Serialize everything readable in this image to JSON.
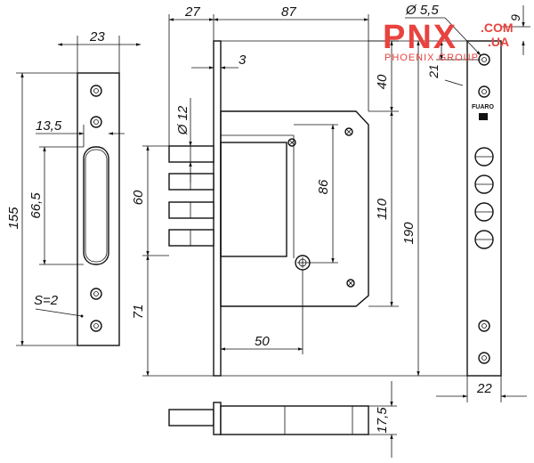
{
  "dimensions": {
    "d27": "27",
    "d87": "87",
    "d23": "23",
    "d3": "3",
    "d5_5": "Ø 5,5",
    "d9": "9",
    "d21": "21",
    "d40": "40",
    "d12": "Ø 12",
    "d13_5": "13,5",
    "d155": "155",
    "d66_5": "66,5",
    "d60": "60",
    "d86": "86",
    "d110": "110",
    "d190": "190",
    "s2": "S=2",
    "d71": "71",
    "d50": "50",
    "d22": "22",
    "d17_5": "17,5"
  },
  "brand_mark": "FUARO",
  "watermark": {
    "main": "PNX",
    "com": ".COM",
    "ua": ".UA",
    "sub": "PHOENIX GROUP",
    "color": "#e8433f"
  }
}
